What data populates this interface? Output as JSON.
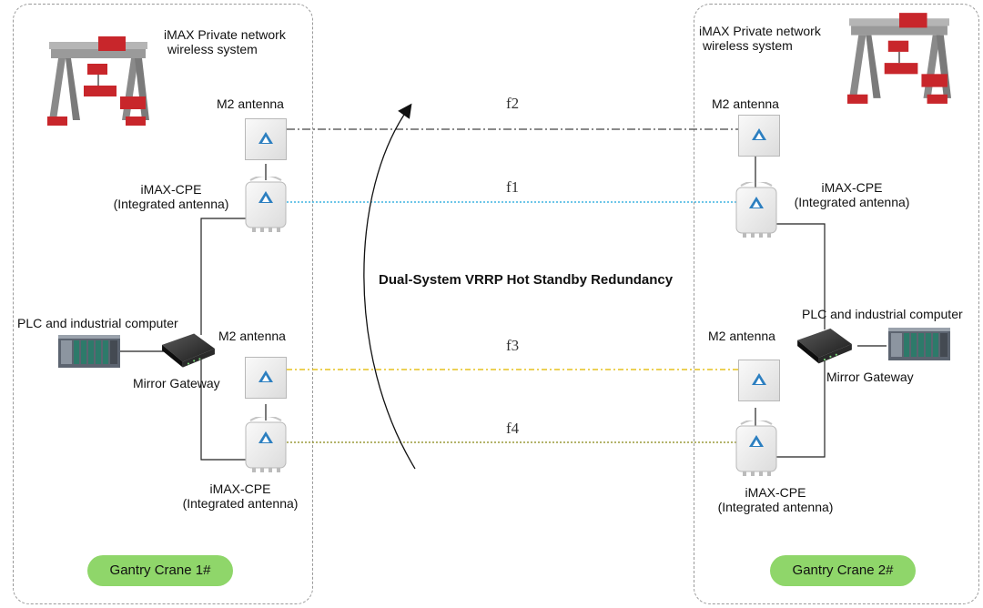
{
  "left": {
    "system_title_1": "iMAX Private network",
    "system_title_2": "wireless system",
    "m2_top": "M2 antenna",
    "cpe_top_1": "iMAX-CPE",
    "cpe_top_2": "(Integrated antenna)",
    "plc": "PLC and industrial computer",
    "gateway": "Mirror Gateway",
    "m2_bottom": "M2 antenna",
    "cpe_bottom_1": "iMAX-CPE",
    "cpe_bottom_2": "(Integrated antenna)",
    "badge": "Gantry Crane 1#"
  },
  "right": {
    "system_title_1": "iMAX Private network",
    "system_title_2": "wireless system",
    "m2_top": "M2 antenna",
    "cpe_top_1": "iMAX-CPE",
    "cpe_top_2": "(Integrated antenna)",
    "plc": "PLC and industrial computer",
    "gateway": "Mirror Gateway",
    "m2_bottom": "M2 antenna",
    "cpe_bottom_1": "iMAX-CPE",
    "cpe_bottom_2": "(Integrated antenna)",
    "badge": "Gantry Crane 2#"
  },
  "links": {
    "f1": "f1",
    "f2": "f2",
    "f3": "f3",
    "f4": "f4"
  },
  "center_title": "Dual-System VRRP Hot Standby Redundancy",
  "colors": {
    "f1": "#3fb4e0",
    "f2": "#444444",
    "f3": "#e6c21e",
    "f4": "#9a9a3a",
    "badge": "#8fd66a",
    "crane": "#c8262b"
  }
}
